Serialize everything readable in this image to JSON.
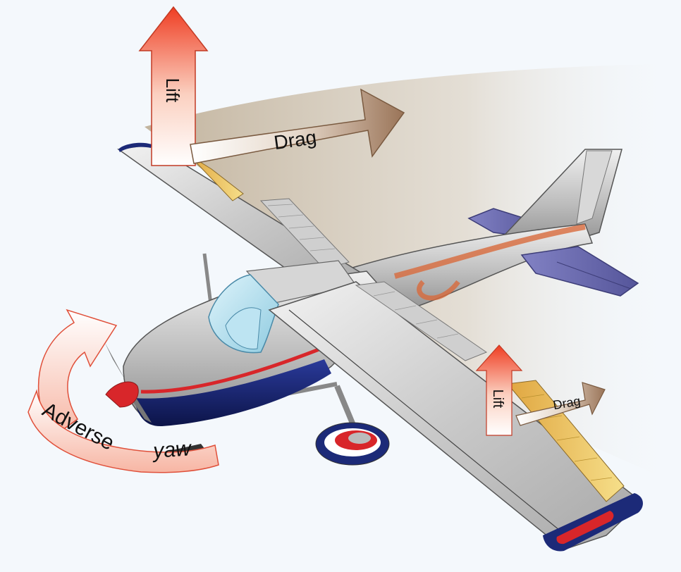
{
  "labels": {
    "lift_left": "Lift",
    "drag_left": "Drag",
    "lift_right": "Lift",
    "drag_right": "Drag",
    "adverse": "Adverse",
    "yaw": "yaw"
  },
  "colors": {
    "background": "#f4f8fc",
    "lift_arrow": "#f04a2a",
    "drag_arrow": "#b08a6a",
    "wake": "#c8b69a",
    "fuselage_stripe_red": "#d8262a",
    "fuselage_stripe_blue": "#1c2a78",
    "stabilizer": "#6b6bb0",
    "aileron": "#e6b64a"
  }
}
